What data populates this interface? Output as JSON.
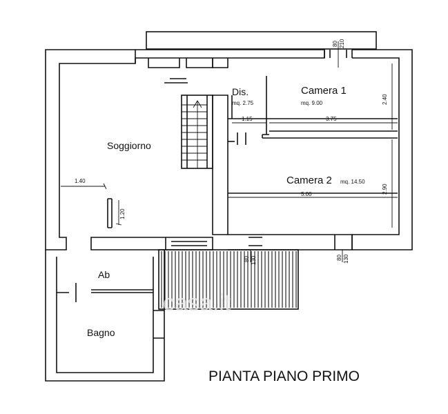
{
  "title": "PIANTA PIANO PRIMO",
  "rooms": {
    "soggiorno": "Soggiorno",
    "dis": "Dis.",
    "dis_area": "mq. 2.75",
    "camera1": "Camera 1",
    "camera1_area": "mq. 9.00",
    "camera2": "Camera 2",
    "camera2_area": "mq. 14.50",
    "ab": "Ab",
    "bagno": "Bagno"
  },
  "dimensions": {
    "d_140": "1.40",
    "d_120": "1.20",
    "d_115": "1.15",
    "d_375": "3.75",
    "d_500": "5.00",
    "d_240": "2.40",
    "d_290": "2.90",
    "w_top_80": "80",
    "w_top_210": "210",
    "w_mid_80": "80",
    "w_mid_130": "130",
    "w_right_80": "80",
    "w_right_130": "130"
  },
  "watermark": "casa.it",
  "colors": {
    "line": "#111111",
    "background": "#ffffff"
  }
}
